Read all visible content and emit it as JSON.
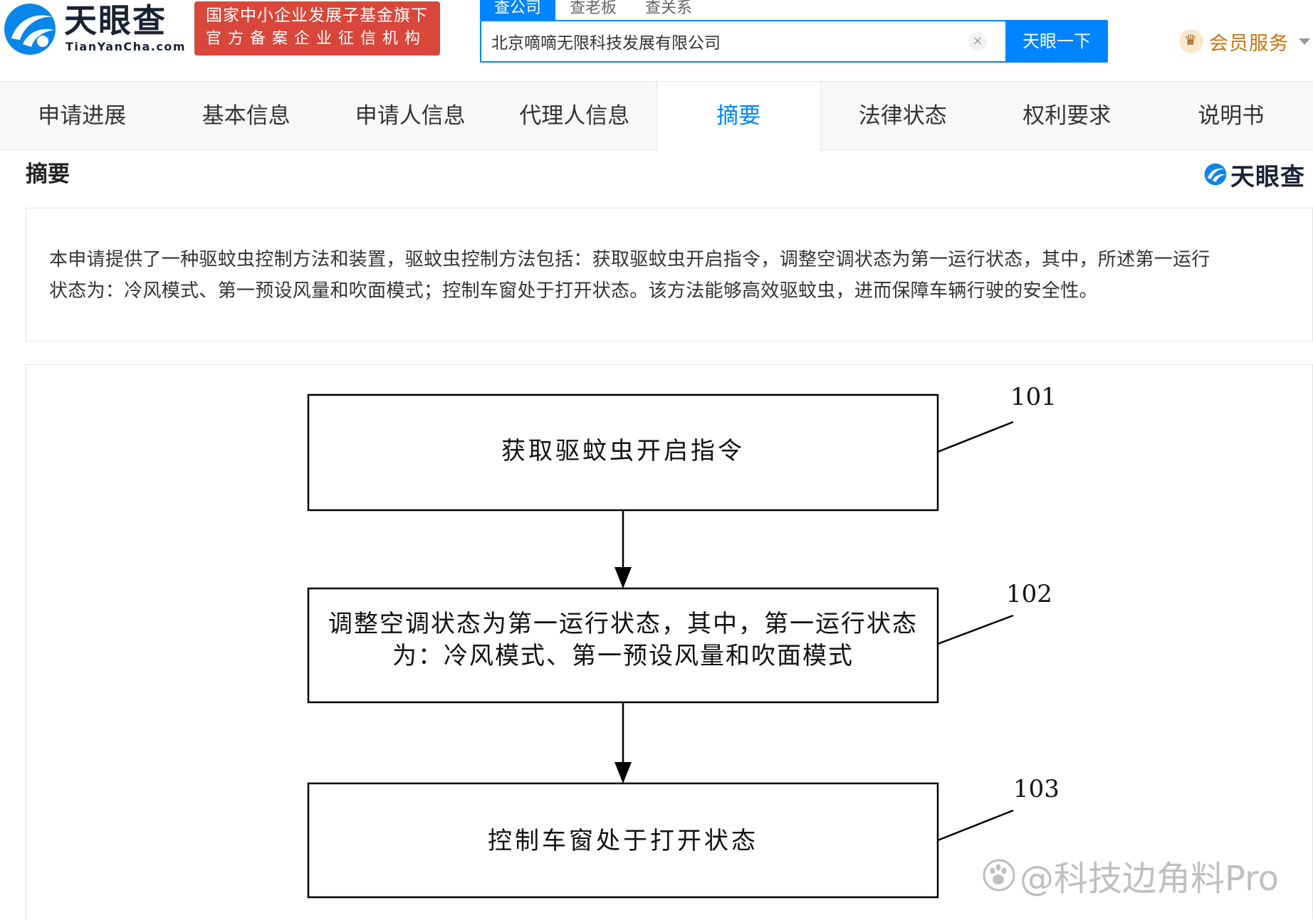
{
  "header": {
    "logo_cn": "天眼查",
    "logo_en": "TianYanCha.com",
    "gov_badge": {
      "line1": "国家中小企业发展子基金旗下",
      "line2": "官方备案企业征信机构"
    },
    "search_tabs": [
      "查公司",
      "查老板",
      "查关系"
    ],
    "search_value": "北京嘀嘀无限科技发展有限公司",
    "clear_label": "×",
    "search_button": "天眼一下",
    "vip_label": "会员服务"
  },
  "tabs": [
    "申请进展",
    "基本信息",
    "申请人信息",
    "代理人信息",
    "摘要",
    "法律状态",
    "权利要求",
    "说明书"
  ],
  "active_tab": "摘要",
  "section": {
    "title": "摘要",
    "logo_text": "天眼查"
  },
  "abstract": {
    "line1": "本申请提供了一种驱蚊虫控制方法和装置，驱蚊虫控制方法包括：获取驱蚊虫开启指令，调整空调状态为第一运行状态，其中，所述第一运行",
    "line2": "状态为：冷风模式、第一预设风量和吹面模式；控制车窗处于打开状态。该方法能够高效驱蚊虫，进而保障车辆行驶的安全性。"
  },
  "flowchart": {
    "steps": [
      {
        "id": "101",
        "lines": [
          "获取驱蚊虫开启指令"
        ]
      },
      {
        "id": "102",
        "lines": [
          "调整空调状态为第一运行状态，其中，第一运行状态",
          "为：冷风模式、第一预设风量和吹面模式"
        ]
      },
      {
        "id": "103",
        "lines": [
          "控制车窗处于打开状态"
        ]
      }
    ]
  },
  "watermark": "@科技边角料Pro",
  "colors": {
    "accent": "#0084ff",
    "badge_red": "#d9463a",
    "vip_gold": "#c97410"
  }
}
